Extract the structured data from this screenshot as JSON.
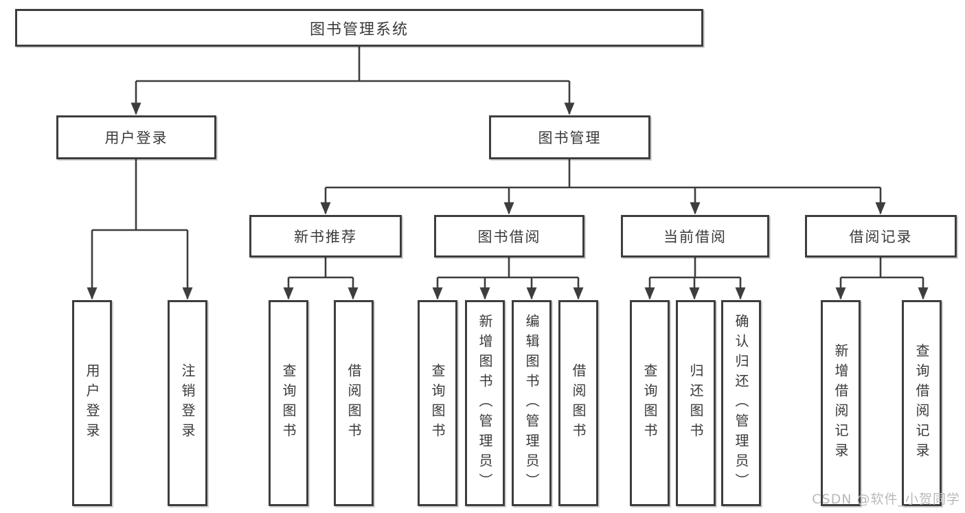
{
  "diagram": {
    "colors": {
      "line": "#3d3d3d",
      "box_border": "#3d3d3d",
      "box_background": "#ffffff",
      "text": "#3a3a3a",
      "watermark_text": "#b9b9b9"
    },
    "tree": {
      "label": "图书管理系统",
      "children": [
        {
          "label": "用户登录",
          "children": [
            {
              "label": "用户登录"
            },
            {
              "label": "注销登录"
            }
          ]
        },
        {
          "label": "图书管理",
          "children": [
            {
              "label": "新书推荐",
              "children": [
                {
                  "label": "查询图书"
                },
                {
                  "label": "借阅图书"
                }
              ]
            },
            {
              "label": "图书借阅",
              "children": [
                {
                  "label": "查询图书"
                },
                {
                  "label": "新增图书（管理员）"
                },
                {
                  "label": "编辑图书（管理员）"
                },
                {
                  "label": "借阅图书"
                }
              ]
            },
            {
              "label": "当前借阅",
              "children": [
                {
                  "label": "查询图书"
                },
                {
                  "label": "归还图书"
                },
                {
                  "label": "确认归还（管理员）"
                }
              ]
            },
            {
              "label": "借阅记录",
              "children": [
                {
                  "label": "新增借阅记录"
                },
                {
                  "label": "查询借阅记录"
                }
              ]
            }
          ]
        }
      ]
    },
    "watermark": "CSDN @软件_小贺同学"
  }
}
